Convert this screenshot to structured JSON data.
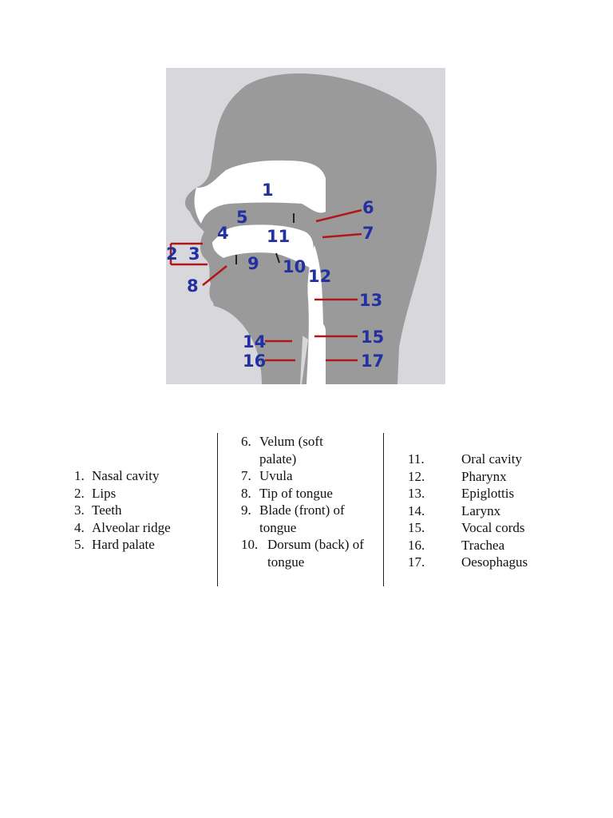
{
  "diagram": {
    "labels": [
      {
        "n": "1"
      },
      {
        "n": "2"
      },
      {
        "n": "3"
      },
      {
        "n": "4"
      },
      {
        "n": "5"
      },
      {
        "n": "6"
      },
      {
        "n": "7"
      },
      {
        "n": "8"
      },
      {
        "n": "9"
      },
      {
        "n": "10"
      },
      {
        "n": "11"
      },
      {
        "n": "12"
      },
      {
        "n": "13"
      },
      {
        "n": "14"
      },
      {
        "n": "15"
      },
      {
        "n": "16"
      },
      {
        "n": "17"
      }
    ],
    "colors": {
      "background": "#d8d8dc",
      "tissue": "#9a9a9a",
      "cavity": "#ffffff",
      "label": "#2330a0",
      "arrow": "#b01818"
    }
  },
  "legend": {
    "col1": [
      {
        "num": "1.",
        "text": "Nasal cavity"
      },
      {
        "num": "2.",
        "text": "Lips"
      },
      {
        "num": "3.",
        "text": "Teeth"
      },
      {
        "num": "4.",
        "text": "Alveolar ridge"
      },
      {
        "num": "5.",
        "text": "Hard palate"
      }
    ],
    "col2": [
      {
        "num": "6.",
        "text": "Velum (soft palate)"
      },
      {
        "num": "7.",
        "text": "Uvula"
      },
      {
        "num": "8.",
        "text": "Tip of tongue"
      },
      {
        "num": "9.",
        "text": "Blade (front) of tongue"
      },
      {
        "num": "10.",
        "text": "Dorsum (back) of tongue"
      }
    ],
    "col3": [
      {
        "num": "11.",
        "text": "Oral cavity"
      },
      {
        "num": "12.",
        "text": "Pharynx"
      },
      {
        "num": "13.",
        "text": "Epiglottis"
      },
      {
        "num": "14.",
        "text": "Larynx"
      },
      {
        "num": "15.",
        "text": "Vocal cords"
      },
      {
        "num": "16.",
        "text": "Trachea"
      },
      {
        "num": "17.",
        "text": "Oesophagus"
      }
    ]
  }
}
